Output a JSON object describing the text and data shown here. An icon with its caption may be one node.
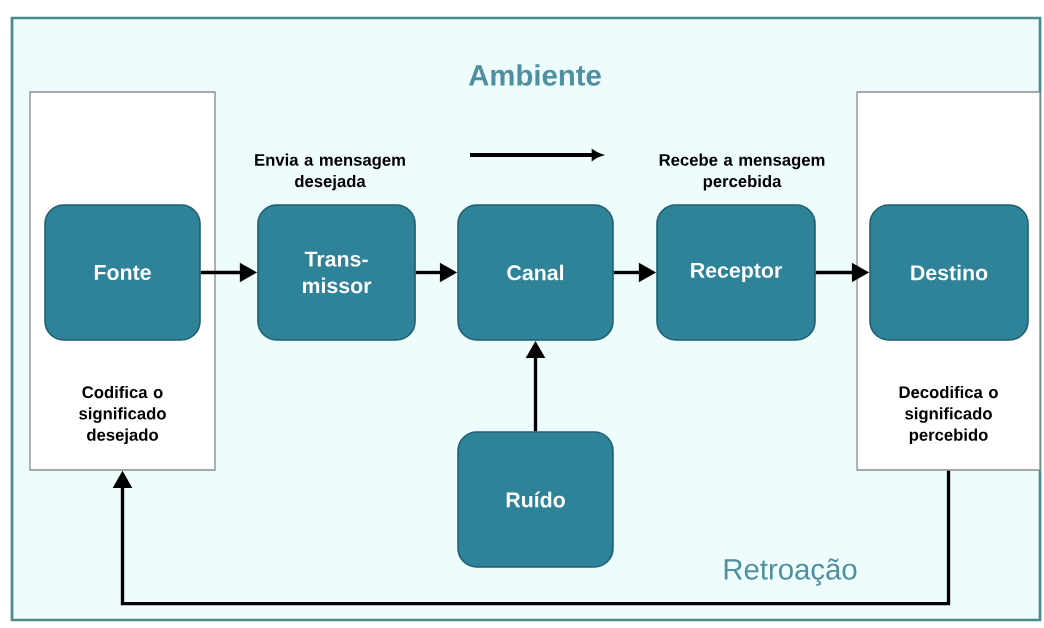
{
  "diagram": {
    "nodes": [
      {
        "text": [
          "Ambiente"
        ]
      },
      {
        "text": [
          "Codifica o significado desejado"
        ],
        "in": 0
      },
      {
        "text": [
          "Fonte"
        ],
        "in": 1
      },
      {
        "text": [
          "Trans- missor"
        ],
        "in": 0
      },
      {
        "text": [
          "Canal"
        ],
        "in": 0
      },
      {
        "text": [
          "Receptor"
        ],
        "in": 0
      },
      {
        "text": [
          "Decodifica o significado percebido"
        ],
        "in": 0
      },
      {
        "text": [
          "Destino"
        ],
        "in": 6
      },
      {
        "text": [
          "Ruído"
        ],
        "in": 0
      }
    ],
    "edges": [
      {
        "from": 2,
        "to": 3,
        "arrow": "to"
      },
      {
        "from": 3,
        "to": 4,
        "arrow": "to"
      },
      {
        "from": 4,
        "to": 5,
        "arrow": "to"
      },
      {
        "from": 5,
        "to": 7,
        "arrow": "to"
      },
      {
        "from": 8,
        "to": 4,
        "arrow": "to"
      },
      {
        "from": 6,
        "to": 1,
        "arrow": "to",
        "label": "Retroação"
      }
    ],
    "labels": [
      "Envia a mensagem desejada",
      "Recebe a mensagem percebida"
    ]
  }
}
